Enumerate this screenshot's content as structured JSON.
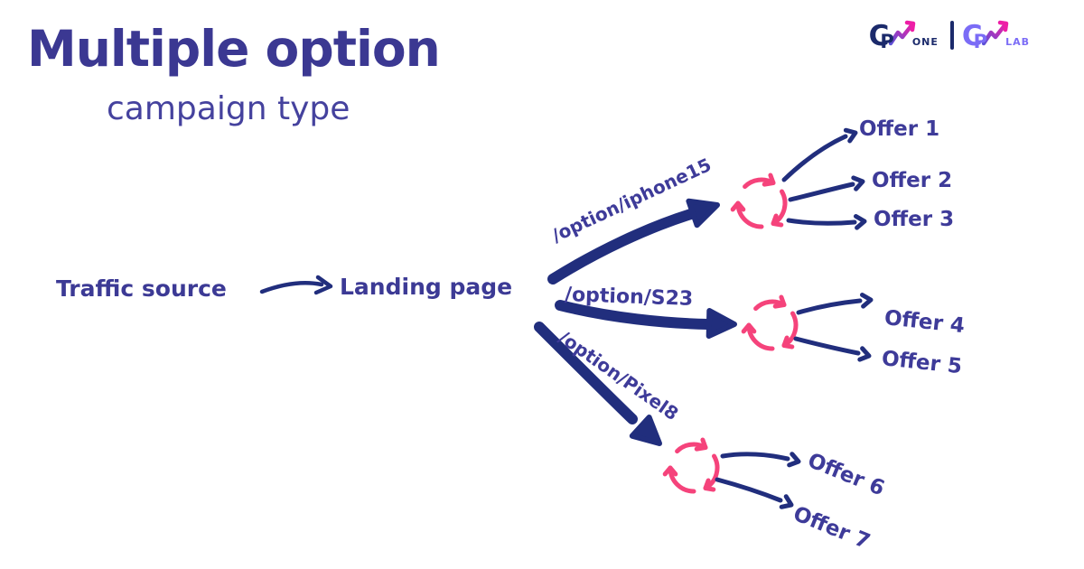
{
  "header": {
    "title": "Multiple option",
    "subtitle": "campaign type"
  },
  "logos": {
    "one": {
      "letter_c": "C",
      "letter_p": "P",
      "suffix": "ONE"
    },
    "lab": {
      "letter_c": "C",
      "letter_p": "P",
      "suffix": "LAB"
    }
  },
  "flow": {
    "traffic_source": "Traffic source",
    "landing_page": "Landing page",
    "branches": [
      {
        "path_label": "/option/iphone15",
        "offers": [
          "Offer 1",
          "Offer 2",
          "Offer 3"
        ]
      },
      {
        "path_label": "/option/S23",
        "offers": [
          "Offer 4",
          "Offer 5"
        ]
      },
      {
        "path_label": "/option/Pixel8",
        "offers": [
          "Offer 6",
          "Offer 7"
        ]
      }
    ]
  },
  "icons": {
    "rotation": "rotation-cycle-icon",
    "growth": "growth-arrow-icon"
  },
  "colors": {
    "title_indigo": "#3b3892",
    "label_indigo": "#3e3b99",
    "arrow_navy": "#212e7d",
    "cycle_pink": "#f5437b",
    "logo_navy": "#1b2a6b",
    "logo_purple": "#7b6cf6",
    "logo_magenta": "#ee1ea6"
  }
}
